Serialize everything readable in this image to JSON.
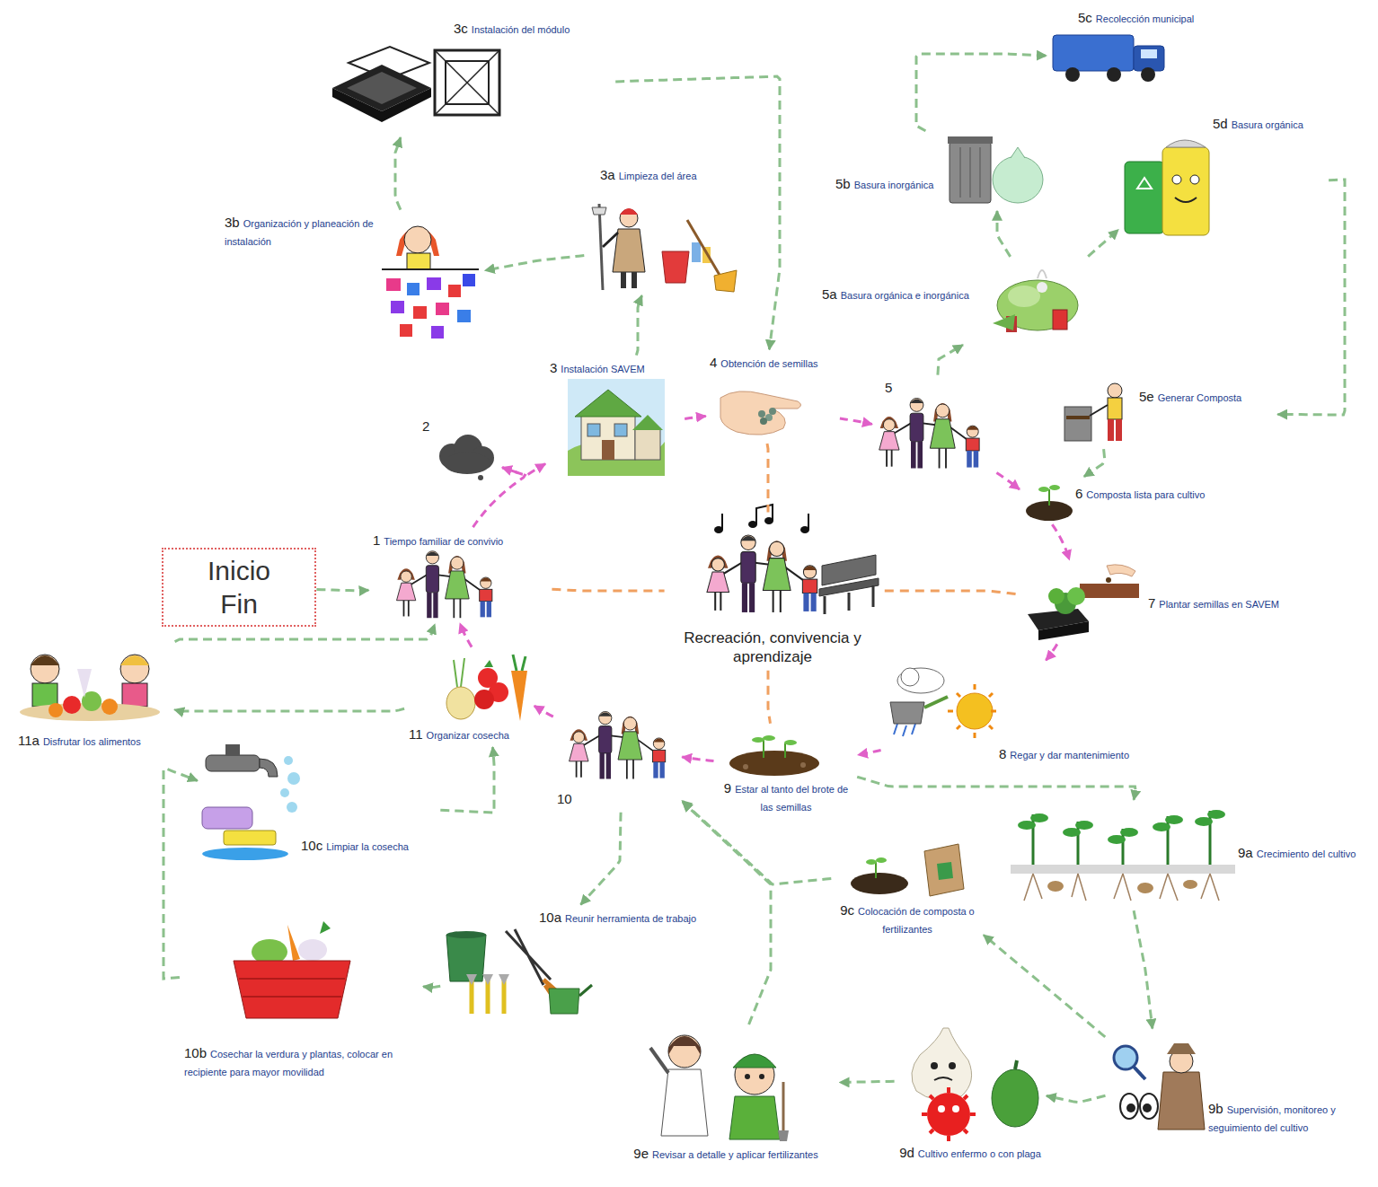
{
  "diagram": {
    "nodes": [
      {
        "text": [
          "Inicio Fin"
        ]
      },
      {
        "text": [
          "1",
          "Tiempo familiar de convivio"
        ]
      },
      {
        "text": [
          "2"
        ]
      },
      {
        "text": [
          "3",
          "Instalación SAVEM"
        ]
      },
      {
        "text": [
          "3a",
          "Limpieza del área"
        ]
      },
      {
        "text": [
          "3b",
          "Organización y planeación de instalación"
        ]
      },
      {
        "text": [
          "3c",
          "Instalación del módulo"
        ]
      },
      {
        "text": [
          "4",
          "Obtención de semillas"
        ]
      },
      {
        "text": [
          "5"
        ]
      },
      {
        "text": [
          "5a",
          "Basura orgánica e inorgánica"
        ]
      },
      {
        "text": [
          "5b",
          "Basura inorgánica"
        ]
      },
      {
        "text": [
          "5c",
          "Recolección municipal"
        ]
      },
      {
        "text": [
          "5d",
          "Basura orgánica"
        ]
      },
      {
        "text": [
          "5e",
          "Generar Composta"
        ]
      },
      {
        "text": [
          "6",
          "Composta lista para cultivo"
        ]
      },
      {
        "text": [
          "7",
          "Plantar semillas en SAVEM"
        ]
      },
      {
        "text": [
          "8",
          "Regar y dar mantenimiento"
        ]
      },
      {
        "text": [
          "9",
          "Estar al tanto del brote de las semillas"
        ]
      },
      {
        "text": [
          "9a",
          "Crecimiento del cultivo"
        ]
      },
      {
        "text": [
          "9b",
          "Supervisión, monitoreo y seguimiento del cultivo"
        ]
      },
      {
        "text": [
          "9c",
          "Colocación de composta o fertilizantes"
        ]
      },
      {
        "text": [
          "9d",
          "Cultivo enfermo o con plaga"
        ]
      },
      {
        "text": [
          "9e",
          "Revisar a detalle y aplicar fertilizantes"
        ]
      },
      {
        "text": [
          "10"
        ]
      },
      {
        "text": [
          "10a",
          "Reunir herramienta de trabajo"
        ]
      },
      {
        "text": [
          "10b",
          "Cosechar la verdura y plantas, colocar en recipiente para mayor movilidad"
        ]
      },
      {
        "text": [
          "10c",
          "Limpiar la cosecha"
        ]
      },
      {
        "text": [
          "11",
          "Organizar cosecha"
        ]
      },
      {
        "text": [
          "11a",
          "Disfrutar los alimentos"
        ]
      },
      {
        "text": [
          "Recreación, convivencia y aprendizaje"
        ]
      }
    ],
    "edges": [
      {
        "from": 0,
        "to": 1,
        "arrow": "to"
      },
      {
        "from": 1,
        "to": 2,
        "arrow": "to"
      },
      {
        "from": 2,
        "to": 3,
        "arrow": "to"
      },
      {
        "from": 3,
        "to": 7,
        "arrow": "to"
      },
      {
        "from": 7,
        "to": 8,
        "arrow": "to"
      },
      {
        "from": 8,
        "to": 14,
        "arrow": "to"
      },
      {
        "from": 14,
        "to": 15,
        "arrow": "to"
      },
      {
        "from": 15,
        "to": 16,
        "arrow": "to"
      },
      {
        "from": 16,
        "to": 17,
        "arrow": "to"
      },
      {
        "from": 17,
        "to": 23,
        "arrow": "to"
      },
      {
        "from": 23,
        "to": 27,
        "arrow": "to"
      },
      {
        "from": 27,
        "to": 1,
        "arrow": "to"
      },
      {
        "from": 1,
        "to": 29,
        "arrow": "none"
      },
      {
        "from": 29,
        "to": 15,
        "arrow": "none"
      },
      {
        "from": 7,
        "to": 29,
        "arrow": "none"
      },
      {
        "from": 29,
        "to": 17,
        "arrow": "none"
      },
      {
        "from": 3,
        "to": 4,
        "arrow": "to"
      },
      {
        "from": 4,
        "to": 5,
        "arrow": "to"
      },
      {
        "from": 5,
        "to": 6,
        "arrow": "to"
      },
      {
        "from": 6,
        "to": 7,
        "arrow": "to"
      },
      {
        "from": 8,
        "to": 9,
        "arrow": "to"
      },
      {
        "from": 9,
        "to": 10,
        "arrow": "to"
      },
      {
        "from": 10,
        "to": 11,
        "arrow": "to"
      },
      {
        "from": 9,
        "to": 12,
        "arrow": "to"
      },
      {
        "from": 12,
        "to": 13,
        "arrow": "to"
      },
      {
        "from": 13,
        "to": 14,
        "arrow": "to"
      },
      {
        "from": 17,
        "to": 18,
        "arrow": "to"
      },
      {
        "from": 18,
        "to": 19,
        "arrow": "to"
      },
      {
        "from": 19,
        "to": 21,
        "arrow": "to"
      },
      {
        "from": 21,
        "to": 22,
        "arrow": "to"
      },
      {
        "from": 22,
        "to": 23,
        "arrow": "to"
      },
      {
        "from": 19,
        "to": 20,
        "arrow": "to"
      },
      {
        "from": 20,
        "to": 23,
        "arrow": "to"
      },
      {
        "from": 23,
        "to": 24,
        "arrow": "to"
      },
      {
        "from": 24,
        "to": 25,
        "arrow": "to"
      },
      {
        "from": 25,
        "to": 26,
        "arrow": "to"
      },
      {
        "from": 26,
        "to": 27,
        "arrow": "to"
      },
      {
        "from": 27,
        "to": 28,
        "arrow": "to"
      },
      {
        "from": 28,
        "to": 1,
        "arrow": "to"
      }
    ]
  }
}
